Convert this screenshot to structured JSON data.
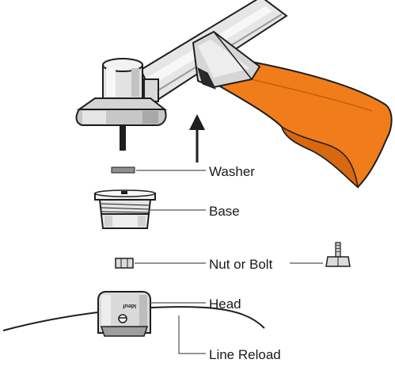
{
  "diagram": {
    "labels": {
      "washer": "Washer",
      "base": "Base",
      "nut_or_bolt": "Nut or Bolt",
      "head": "Head",
      "line_reload": "Line Reload"
    },
    "head_logo": "Ideuf"
  },
  "colors": {
    "handle_orange": "#f07d1a",
    "handle_orange_dark": "#c95f0a",
    "metal_light": "#e9e9e9",
    "metal_mid": "#c9c9c9",
    "metal_dark": "#9a9a9a",
    "outline": "#1e1e1e",
    "leader_line": "#555555",
    "label_text": "#1a1a1a"
  },
  "icons": [
    "up-arrow-icon"
  ]
}
